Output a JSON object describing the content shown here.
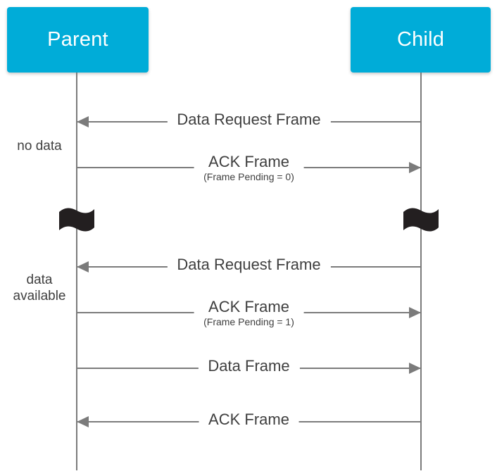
{
  "diagram": {
    "type": "sequence-diagram",
    "background_color": "#ffffff",
    "line_color": "#7b7b7b",
    "text_color": "#3f3f3f"
  },
  "participants": [
    {
      "id": "parent",
      "label": "Parent",
      "color": "#00acd8",
      "text_color": "#ffffff"
    },
    {
      "id": "child",
      "label": "Child",
      "color": "#00acd8",
      "text_color": "#ffffff"
    }
  ],
  "notes": [
    {
      "id": "no-data",
      "text": "no data"
    },
    {
      "id": "available",
      "text": "data\navailable"
    }
  ],
  "messages": [
    {
      "index": 1,
      "from": "child",
      "to": "parent",
      "direction": "left",
      "label": "Data Request Frame",
      "sublabel": ""
    },
    {
      "index": 2,
      "from": "parent",
      "to": "child",
      "direction": "right",
      "label": "ACK Frame",
      "sublabel": "(Frame Pending = 0)"
    },
    {
      "index": 3,
      "from": "child",
      "to": "parent",
      "direction": "left",
      "label": "Data Request Frame",
      "sublabel": ""
    },
    {
      "index": 4,
      "from": "parent",
      "to": "child",
      "direction": "right",
      "label": "ACK Frame",
      "sublabel": "(Frame Pending = 1)"
    },
    {
      "index": 5,
      "from": "parent",
      "to": "child",
      "direction": "right",
      "label": "Data Frame",
      "sublabel": ""
    },
    {
      "index": 6,
      "from": "child",
      "to": "parent",
      "direction": "left",
      "label": "ACK Frame",
      "sublabel": ""
    }
  ],
  "breaks": [
    {
      "id": "break-parent",
      "on": "parent",
      "icon": "time-break-icon",
      "color": "#231f20"
    },
    {
      "id": "break-child",
      "on": "child",
      "icon": "time-break-icon",
      "color": "#231f20"
    }
  ]
}
